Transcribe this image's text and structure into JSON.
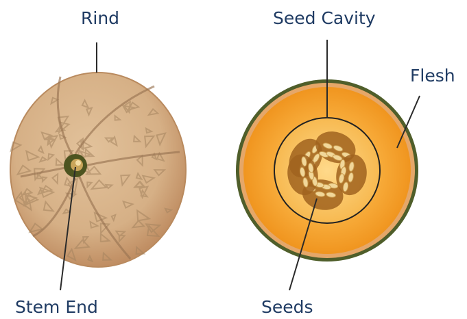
{
  "colors": {
    "label_text": "#1f3b63",
    "leader_line": "#2a2a2a",
    "rind_tan": "#d7b48c",
    "rind_dark": "#9c7a57",
    "rind_outer": "#dfa270",
    "flesh": "#f6a431",
    "flesh_center": "#ffc96b",
    "green_skin": "#4f5e2a",
    "seed_cream": "#f1d79a",
    "seed_brown": "#a0631f"
  },
  "labels": {
    "rind": "Rind",
    "seed_cavity": "Seed Cavity",
    "flesh": "Flesh",
    "stem_end": "Stem End",
    "seeds": "Seeds"
  }
}
